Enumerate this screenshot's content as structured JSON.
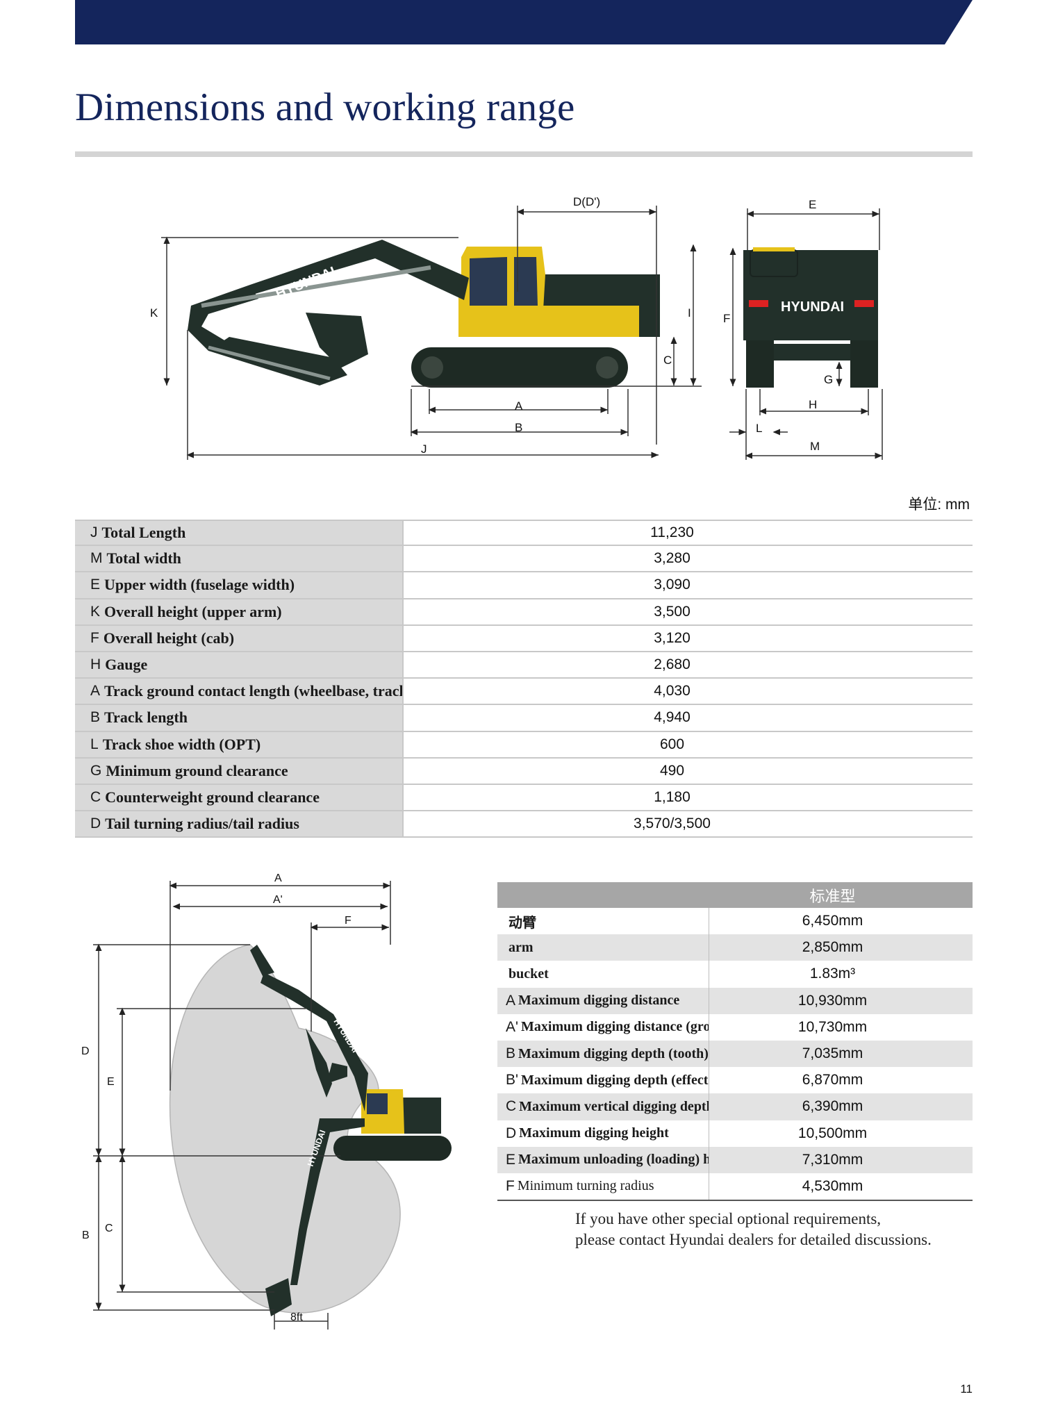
{
  "page": {
    "title": "Dimensions and working range",
    "unit_label": "单位: mm",
    "page_number": "11",
    "accent_color": "#14255c"
  },
  "dimension_diagram": {
    "labels": {
      "D": "D(D')",
      "E": "E",
      "K": "K",
      "I": "I",
      "F": "F",
      "C": "C",
      "A": "A",
      "B": "B",
      "J": "J",
      "G": "G",
      "H": "H",
      "L": "L",
      "M": "M"
    },
    "brand": "HYUNDAI"
  },
  "dimensions": [
    {
      "code": "J",
      "label": "Total Length",
      "value": "11,230"
    },
    {
      "code": "M",
      "label": "Total width",
      "value": "3,280"
    },
    {
      "code": "E",
      "label": "Upper width (fuselage width)",
      "value": "3,090"
    },
    {
      "code": "K",
      "label": "Overall height (upper arm)",
      "value": "3,500"
    },
    {
      "code": "F",
      "label": "Overall height (cab)",
      "value": "3,120"
    },
    {
      "code": "H",
      "label": "Gauge",
      "value": "2,680"
    },
    {
      "code": "A",
      "label": "Track ground contact length (wheelbase, track width)",
      "value": "4,030"
    },
    {
      "code": "B",
      "label": "Track length",
      "value": "4,940"
    },
    {
      "code": "L",
      "label": "Track shoe width (OPT)",
      "value": "600"
    },
    {
      "code": "G",
      "label": "Minimum ground clearance",
      "value": "490"
    },
    {
      "code": "C",
      "label": "Counterweight ground clearance",
      "value": "1,180"
    },
    {
      "code": "D",
      "label": "Tail turning radius/tail radius",
      "value": "3,570/3,500"
    }
  ],
  "range_diagram": {
    "labels": {
      "A": "A",
      "A2": "A'",
      "F": "F",
      "D": "D",
      "E": "E",
      "B": "B",
      "C": "C",
      "scale": "8ft"
    },
    "brand": "HYUNDAI"
  },
  "spec_table": {
    "header": "标准型",
    "rows": [
      {
        "code": "",
        "label": "动臂",
        "value": "6,450mm"
      },
      {
        "code": "",
        "label": "arm",
        "value": "2,850mm"
      },
      {
        "code": "",
        "label": "bucket",
        "value": "1.83m³"
      },
      {
        "code": "A",
        "label": "Maximum digging distance",
        "value": "10,930mm"
      },
      {
        "code": "A'",
        "label": "Maximum digging distance (ground)",
        "value": "10,730mm"
      },
      {
        "code": "B",
        "label": "Maximum digging depth (tooth)",
        "value": "7,035mm"
      },
      {
        "code": "B'",
        "label": "Maximum digging depth (effective)",
        "value": "6,870mm"
      },
      {
        "code": "C",
        "label": "Maximum vertical digging depth",
        "value": "6,390mm"
      },
      {
        "code": "D",
        "label": "Maximum digging height",
        "value": "10,500mm"
      },
      {
        "code": "E",
        "label": "Maximum unloading (loading) height",
        "value": "7,310mm"
      },
      {
        "code": "F",
        "label": "Minimum turning radius",
        "value": "4,530mm"
      }
    ]
  },
  "note": {
    "line1": "If you have other special optional requirements,",
    "line2": "please contact Hyundai dealers for detailed discussions."
  }
}
